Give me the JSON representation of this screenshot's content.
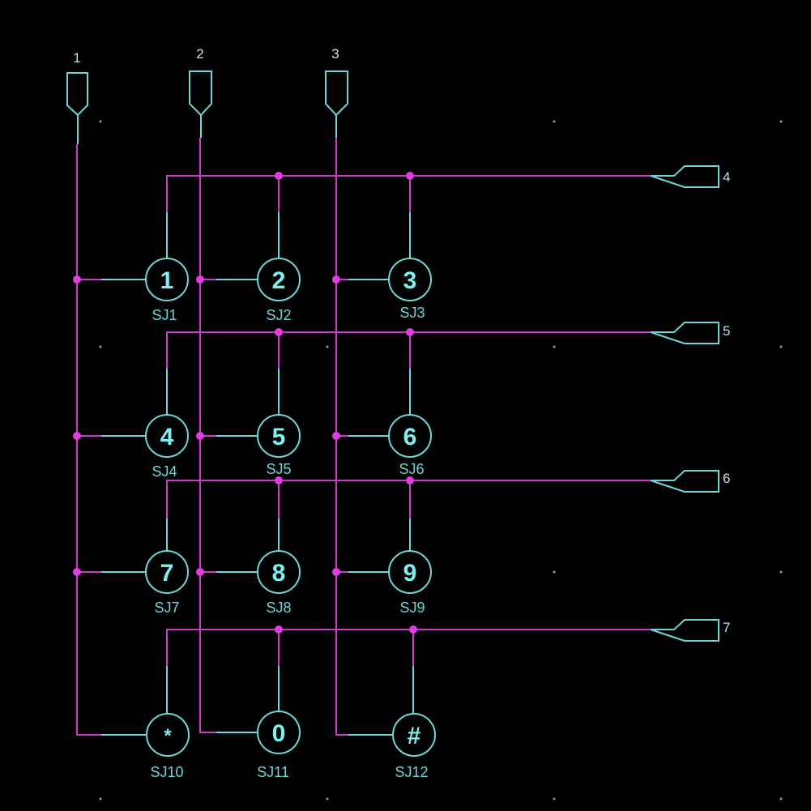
{
  "diagram": {
    "colors": {
      "background": "#000000",
      "wire": "#c83cc8",
      "junction": "#e23ce2",
      "symbol": "#6fd6d6",
      "label": "#7ff0f0"
    },
    "ports": {
      "col1": "1",
      "col2": "2",
      "col3": "3",
      "row1": "4",
      "row2": "5",
      "row3": "6",
      "row4": "7"
    },
    "switches": [
      {
        "key": "1",
        "ref": "SJ1"
      },
      {
        "key": "2",
        "ref": "SJ2"
      },
      {
        "key": "3",
        "ref": "SJ3"
      },
      {
        "key": "4",
        "ref": "SJ4"
      },
      {
        "key": "5",
        "ref": "SJ5"
      },
      {
        "key": "6",
        "ref": "SJ6"
      },
      {
        "key": "7",
        "ref": "SJ7"
      },
      {
        "key": "8",
        "ref": "SJ8"
      },
      {
        "key": "9",
        "ref": "SJ9"
      },
      {
        "key": "*",
        "ref": "SJ10"
      },
      {
        "key": "0",
        "ref": "SJ11"
      },
      {
        "key": "#",
        "ref": "SJ12"
      }
    ]
  }
}
